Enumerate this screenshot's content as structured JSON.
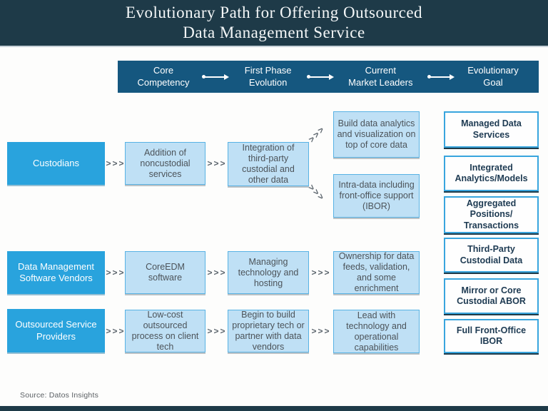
{
  "title": {
    "line1": "Evolutionary Path for Offering Outsourced",
    "line2": "Data Management Service"
  },
  "stage_bar": {
    "stages": [
      {
        "label": "Core\nCompetency"
      },
      {
        "label": "First Phase\nEvolution"
      },
      {
        "label": "Current\nMarket Leaders"
      },
      {
        "label": "Evolutionary\nGoal"
      }
    ]
  },
  "rows": [
    {
      "entity": "Custodians",
      "phase1": "Addition of noncustodial services",
      "phase2": "Integration of third-party custodial and other data",
      "leader_top": "Build data analytics and visualization on top of core data",
      "leader_bottom": "Intra-data including front-office support (IBOR)"
    },
    {
      "entity": "Data Management Software Vendors",
      "phase1": "CoreEDM software",
      "phase2": "Managing technology and hosting",
      "leader": "Ownership for data feeds, validation, and some enrichment"
    },
    {
      "entity": "Outsourced Service Providers",
      "phase1": "Low-cost outsourced process on client tech",
      "phase2": "Begin to build proprietary tech or partner with data vendors",
      "leader": "Lead with technology and operational capabilities"
    }
  ],
  "goals": {
    "items": [
      "Managed Data Services",
      "Integrated Analytics/Models",
      "Aggregated Positions/ Transactions",
      "Third-Party Custodial Data",
      "Mirror or Core Custodial ABOR",
      "Full Front-Office IBOR"
    ]
  },
  "icons": {
    "chevron_connector": ">>>"
  },
  "footer": {
    "source": "Source: Datos Insights"
  },
  "colors": {
    "banner": "#1e3a48",
    "stage_bar": "#15577f",
    "entity_box": "#29a3dd",
    "phase_box_fill": "#bfe0f5",
    "phase_box_border": "#58b2e4",
    "goal_box_border": "#38a5de",
    "goal_text": "#1d3a52",
    "chevron": "#5d666e"
  }
}
